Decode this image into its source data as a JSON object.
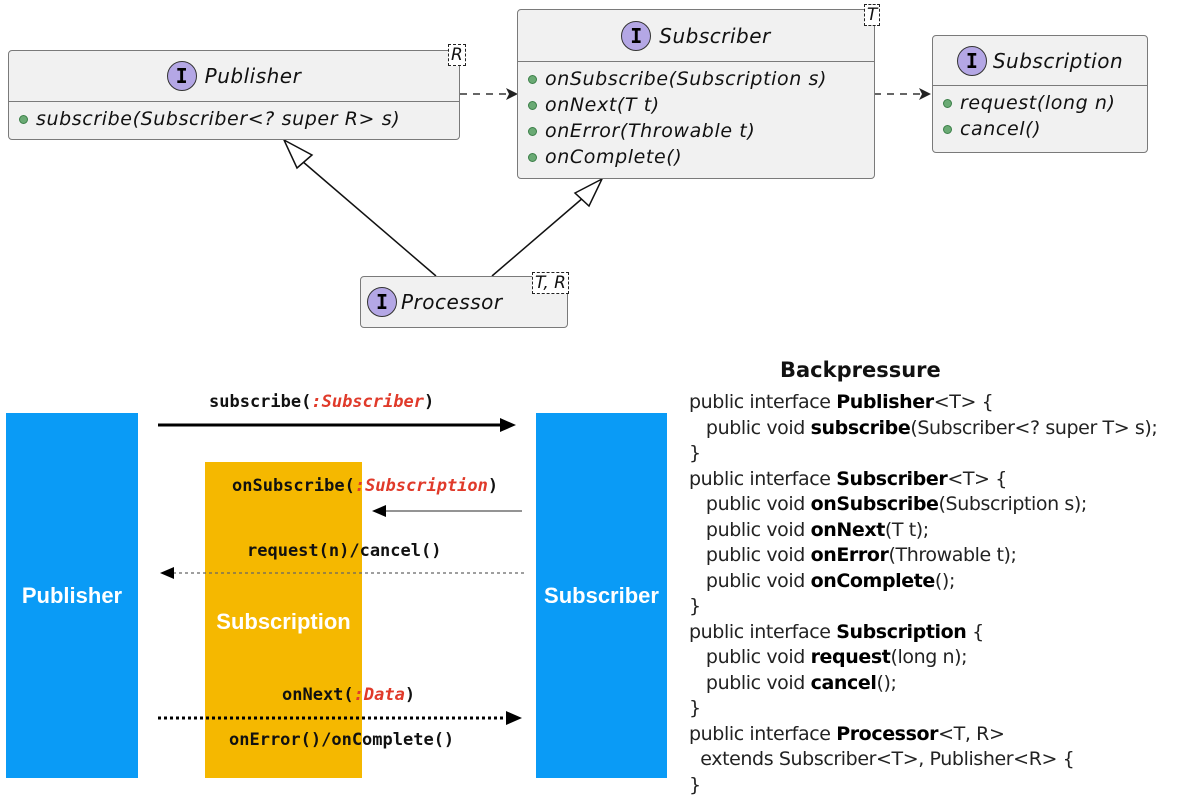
{
  "uml": {
    "publisher": {
      "badge": "I",
      "name": "Publisher",
      "type_param": "R",
      "methods": [
        "subscribe(Subscriber<? super R> s)"
      ]
    },
    "subscriber": {
      "badge": "I",
      "name": "Subscriber",
      "type_param": "T",
      "methods": [
        "onSubscribe(Subscription s)",
        "onNext(T t)",
        "onError(Throwable t)",
        "onComplete()"
      ]
    },
    "subscription": {
      "badge": "I",
      "name": "Subscription",
      "methods": [
        "request(long n)",
        "cancel()"
      ]
    },
    "processor": {
      "badge": "I",
      "name": "Processor",
      "type_param": "T, R"
    },
    "relations": [
      {
        "from": "Publisher",
        "to": "Subscriber",
        "kind": "dependency"
      },
      {
        "from": "Subscriber",
        "to": "Subscription",
        "kind": "dependency"
      },
      {
        "from": "Processor",
        "to": "Publisher",
        "kind": "extends"
      },
      {
        "from": "Processor",
        "to": "Subscriber",
        "kind": "extends"
      }
    ]
  },
  "flow": {
    "publisher_label": "Publisher",
    "subscriber_label": "Subscriber",
    "subscription_label": "Subscription",
    "messages": {
      "subscribe": {
        "name": "subscribe(",
        "arg": ":Subscriber",
        "close": ")"
      },
      "onSubscribe": {
        "name": "onSubscribe(",
        "arg": ":Subscription",
        "close": ")"
      },
      "request": {
        "text": "request(n)/cancel()"
      },
      "onNext": {
        "name": "onNext(",
        "arg": ":Data",
        "close": ")"
      },
      "terminal": {
        "text": "onError()/onComplete()"
      }
    },
    "colors": {
      "lane": "#0a9bf6",
      "subscription": "#f5b800",
      "arg": "#e03a2a"
    }
  },
  "code": {
    "title": "Backpressure",
    "lines": [
      {
        "indent": "",
        "pre": "public interface ",
        "bold": "Publisher",
        "post": "<T> {"
      },
      {
        "indent": "   ",
        "pre": "public void ",
        "bold": "subscribe",
        "post": "(Subscriber<? super T> s);"
      },
      {
        "indent": "",
        "pre": "}",
        "bold": "",
        "post": ""
      },
      {
        "indent": "",
        "pre": "public interface ",
        "bold": "Subscriber",
        "post": "<T> {"
      },
      {
        "indent": "   ",
        "pre": "public void ",
        "bold": "onSubscribe",
        "post": "(Subscription s);"
      },
      {
        "indent": "   ",
        "pre": "public void ",
        "bold": "onNext",
        "post": "(T t);"
      },
      {
        "indent": "   ",
        "pre": "public void ",
        "bold": "onError",
        "post": "(Throwable t);"
      },
      {
        "indent": "   ",
        "pre": "public void ",
        "bold": "onComplete",
        "post": "();"
      },
      {
        "indent": "",
        "pre": "}",
        "bold": "",
        "post": ""
      },
      {
        "indent": "",
        "pre": "public interface ",
        "bold": "Subscription",
        "post": " {"
      },
      {
        "indent": "   ",
        "pre": "public void ",
        "bold": "request",
        "post": "(long n);"
      },
      {
        "indent": "   ",
        "pre": "public void ",
        "bold": "cancel",
        "post": "();"
      },
      {
        "indent": "",
        "pre": "}",
        "bold": "",
        "post": ""
      },
      {
        "indent": "",
        "pre": "public interface ",
        "bold": "Processor",
        "post": "<T, R>"
      },
      {
        "indent": "  ",
        "pre": "extends Subscriber<T>, Publisher<R> {",
        "bold": "",
        "post": ""
      },
      {
        "indent": "",
        "pre": "}",
        "bold": "",
        "post": ""
      }
    ]
  }
}
